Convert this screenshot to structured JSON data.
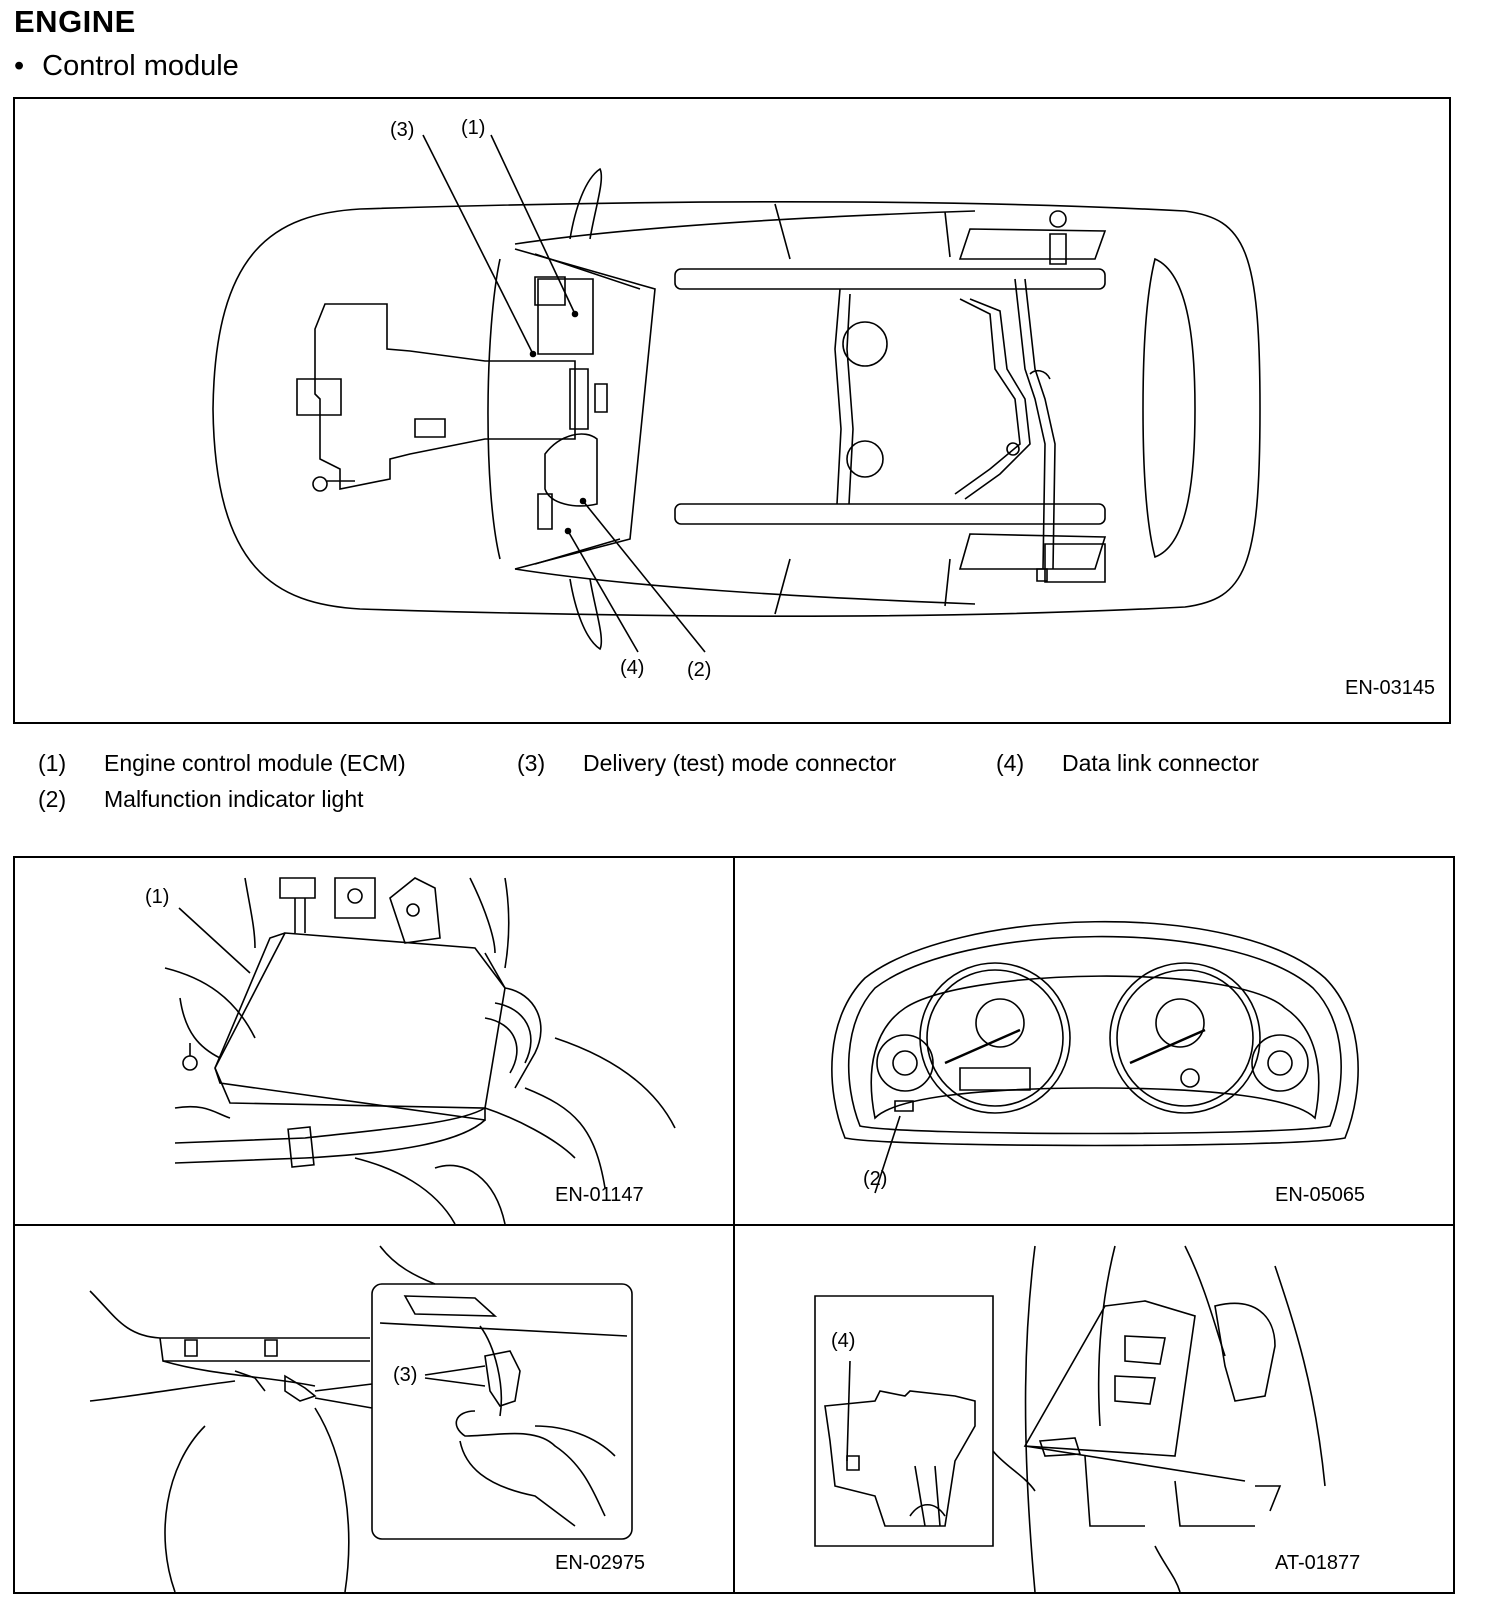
{
  "header": {
    "title": "ENGINE",
    "bullet": "•",
    "subtitle": "Control module"
  },
  "main_figure": {
    "code": "EN-03145",
    "callouts": [
      "(1)",
      "(2)",
      "(3)",
      "(4)"
    ]
  },
  "legend": [
    {
      "num": "(1)",
      "text": "Engine control module (ECM)"
    },
    {
      "num": "(2)",
      "text": "Malfunction indicator light"
    },
    {
      "num": "(3)",
      "text": "Delivery (test) mode connector"
    },
    {
      "num": "(4)",
      "text": "Data link connector"
    }
  ],
  "detail_figures": [
    {
      "code": "EN-01147",
      "callout": "(1)"
    },
    {
      "code": "EN-05065",
      "callout": "(2)"
    },
    {
      "code": "EN-02975",
      "callout": "(3)"
    },
    {
      "code": "AT-01877",
      "callout": "(4)"
    }
  ]
}
